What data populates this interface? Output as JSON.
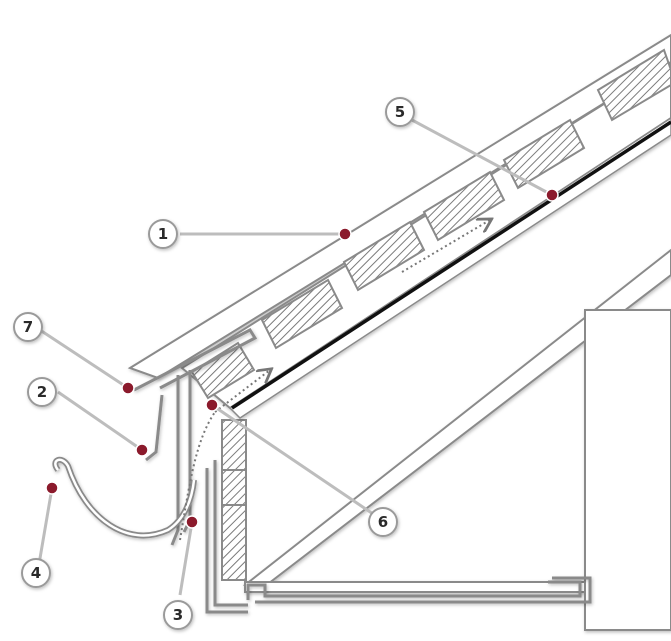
{
  "diagram": {
    "callouts": [
      {
        "id": "1",
        "label": "1"
      },
      {
        "id": "2",
        "label": "2"
      },
      {
        "id": "3",
        "label": "3"
      },
      {
        "id": "4",
        "label": "4"
      },
      {
        "id": "5",
        "label": "5"
      },
      {
        "id": "6",
        "label": "6"
      },
      {
        "id": "7",
        "label": "7"
      }
    ],
    "colors": {
      "line": "#8a8a8a",
      "face": "#ffffff",
      "marker": "#8b1a2c",
      "callout_fill": "#ffffff",
      "callout_stroke": "#9a9a9a",
      "membrane": "#111111",
      "airflow": "#777777"
    }
  }
}
